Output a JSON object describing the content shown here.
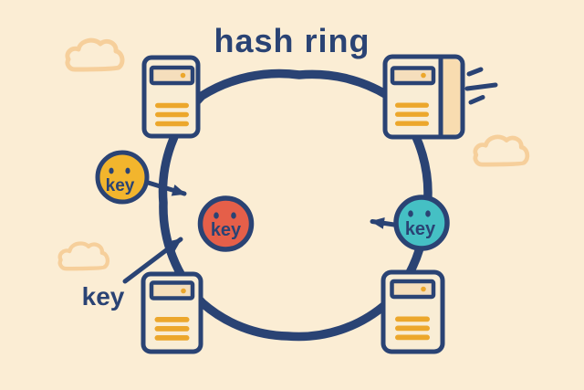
{
  "title": "hash ring",
  "colors": {
    "background": "#FBEDD4",
    "ink_navy": "#2A4374",
    "accent_orange": "#ECA72C",
    "server_fill": "#F9EDD5",
    "slot_fill": "#F5DEBC",
    "panel_fill": "#F8DCB0",
    "cloud_outline": "#F6CF9B",
    "key_yellow": "#F2B52D",
    "key_red": "#E55F49",
    "key_teal": "#45C0C4"
  },
  "diagram": {
    "ring": {
      "name": "hash-ring-circle"
    },
    "keys": {
      "yellow": {
        "label": "key",
        "position": "outside-ring-upper-left"
      },
      "red": {
        "label": "key",
        "position": "inside-ring-center-left"
      },
      "teal": {
        "label": "key",
        "position": "on-ring-right"
      }
    },
    "annotation": {
      "label": "key",
      "position": "lower-left"
    },
    "servers": {
      "count": 4,
      "positions": [
        "top-left",
        "top-right",
        "bottom-left",
        "bottom-right"
      ]
    },
    "clouds": {
      "count": 3,
      "positions": [
        "top-left",
        "mid-right",
        "lower-left"
      ]
    },
    "arrows": [
      "yellow-key-to-ring",
      "annotation-to-red-key",
      "teal-key-to-ring"
    ]
  }
}
